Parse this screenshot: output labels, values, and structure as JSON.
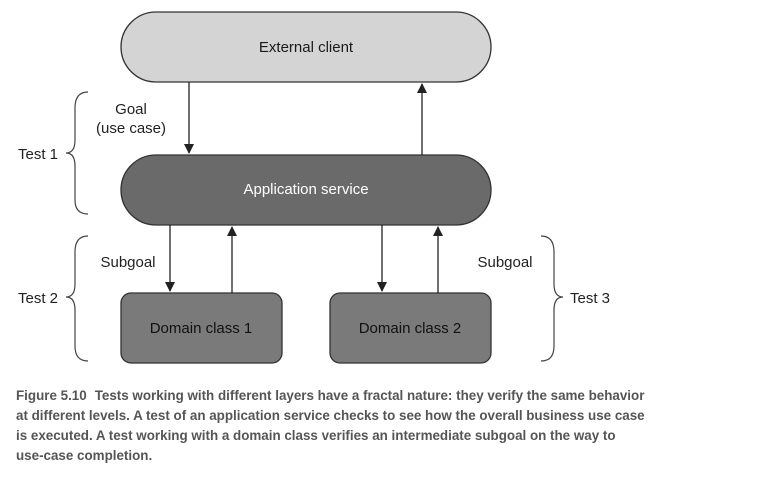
{
  "nodes": {
    "external_client": "External client",
    "application_service": "Application service",
    "domain_class_1": "Domain class 1",
    "domain_class_2": "Domain class 2"
  },
  "labels": {
    "goal_line1": "Goal",
    "goal_line2": "(use case)",
    "subgoal_left": "Subgoal",
    "subgoal_right": "Subgoal",
    "test1": "Test 1",
    "test2": "Test 2",
    "test3": "Test 3"
  },
  "caption": {
    "number": "Figure 5.10",
    "text": "Tests working with different layers have a fractal nature: they verify the same behavior at different levels. A test of an application service checks to see how the overall business use case is executed. A test working with a domain class verifies an intermediate subgoal on the way to use-case completion."
  },
  "colors": {
    "external_client_fill": "#d4d4d4",
    "application_service_fill": "#6a6a6a",
    "domain_class_fill": "#7a7a7a",
    "stroke": "#333333",
    "caption_text": "#555555"
  }
}
